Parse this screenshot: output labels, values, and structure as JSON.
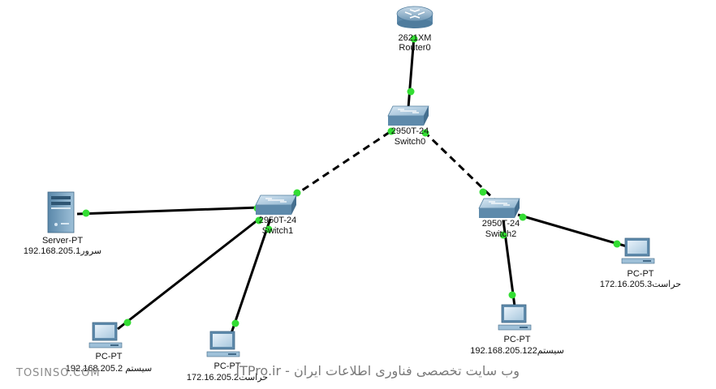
{
  "colors": {
    "link": "#000000",
    "endpoint": "#33dd33",
    "device_blue": "#5b8db3",
    "device_light": "#b9d4e8"
  },
  "devices": {
    "router0": {
      "model": "2621XM",
      "name": "Router0",
      "icon": "router-icon"
    },
    "switch0": {
      "model": "2950T-24",
      "name": "Switch0",
      "icon": "switch-icon"
    },
    "switch1": {
      "model": "2950T-24",
      "name": "Switch1",
      "icon": "switch-icon"
    },
    "switch2": {
      "model": "2950T-24",
      "name": "Switch2",
      "icon": "switch-icon"
    },
    "server": {
      "type": "Server-PT",
      "label": "سرور192.168.205.1",
      "icon": "server-icon"
    },
    "pc_left": {
      "type": "PC-PT",
      "label": "سیستم 192.168.205.2",
      "icon": "pc-icon"
    },
    "pc_mid": {
      "type": "PC-PT",
      "label": "حراست172.16.205.2",
      "icon": "pc-icon"
    },
    "pc_right_low": {
      "type": "PC-PT",
      "label": "سیستم192.168.205.122",
      "icon": "pc-icon"
    },
    "pc_right": {
      "type": "PC-PT",
      "label": "حراست172.16.205.3",
      "icon": "pc-icon"
    }
  },
  "links": [
    {
      "from": "router0",
      "to": "switch0",
      "style": "solid"
    },
    {
      "from": "switch0",
      "to": "switch1",
      "style": "dashed"
    },
    {
      "from": "switch0",
      "to": "switch2",
      "style": "dashed"
    },
    {
      "from": "server",
      "to": "switch1",
      "style": "solid"
    },
    {
      "from": "pc_left",
      "to": "switch1",
      "style": "solid"
    },
    {
      "from": "pc_mid",
      "to": "switch1",
      "style": "solid"
    },
    {
      "from": "pc_right_low",
      "to": "switch2",
      "style": "solid"
    },
    {
      "from": "pc_right",
      "to": "switch2",
      "style": "solid"
    }
  ],
  "watermarks": {
    "left": "TOSINSO.COM",
    "center": "ITPro.ir - وب سایت تخصصی فناوری اطلاعات ایران"
  }
}
